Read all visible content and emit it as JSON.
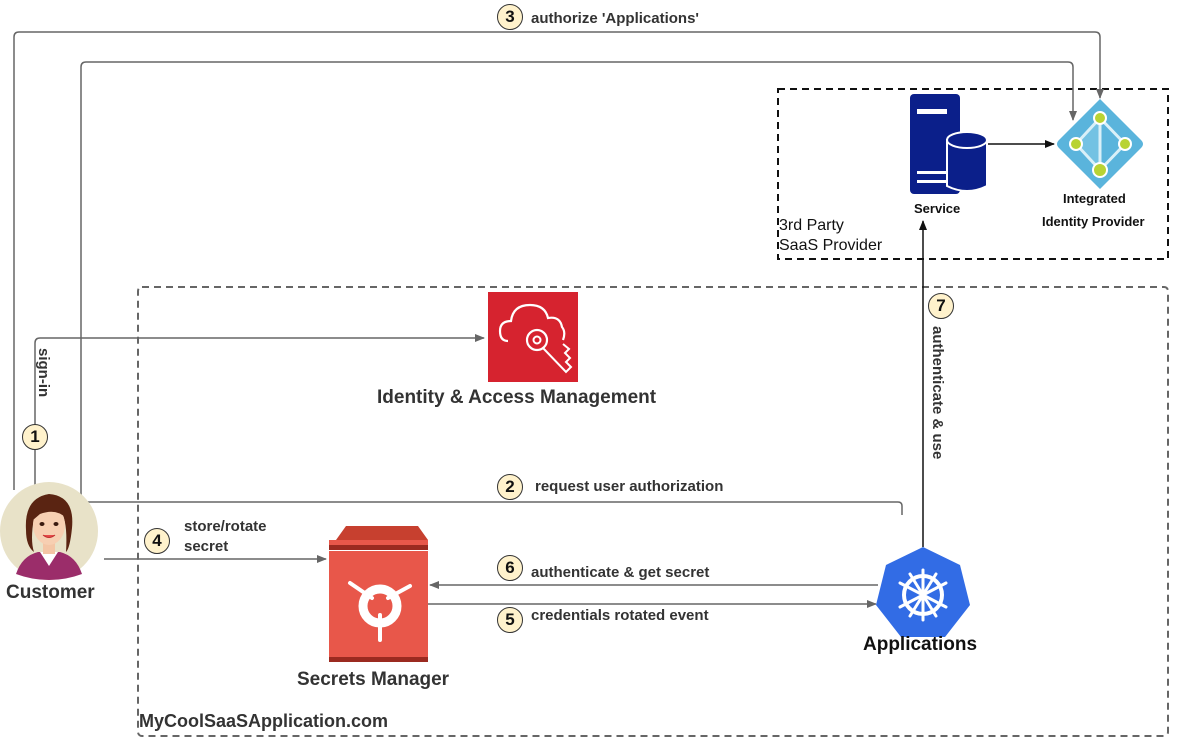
{
  "diagram": {
    "containers": {
      "saas_provider": {
        "label_line1": "3rd Party",
        "label_line2": "SaaS Provider"
      },
      "app_domain": {
        "label": "MyCoolSaaSApplication.com"
      }
    },
    "nodes": {
      "customer": {
        "label": "Customer",
        "icon": "woman-avatar-icon"
      },
      "iam": {
        "label": "Identity & Access Management",
        "icon": "cloud-key-icon",
        "color": "#d6232f"
      },
      "secrets_manager": {
        "label": "Secrets Manager",
        "icon": "vault-icon",
        "color": "#e8574a"
      },
      "applications": {
        "label": "Applications",
        "icon": "kubernetes-helm-icon",
        "color": "#326ce5"
      },
      "service": {
        "label": "Service",
        "icon": "server-database-icon",
        "color": "#0b1f8a"
      },
      "identity_provider": {
        "label_line1": "Integrated",
        "label_line2": "Identity Provider",
        "icon": "azure-ad-icon",
        "color": "#5ab4dc"
      }
    },
    "steps": [
      {
        "num": "1",
        "label": "sign-in"
      },
      {
        "num": "2",
        "label": "request user authorization"
      },
      {
        "num": "3",
        "label": "authorize 'Applications'"
      },
      {
        "num": "4",
        "label_line1": "store/rotate",
        "label_line2": "secret"
      },
      {
        "num": "5",
        "label": "credentials rotated event"
      },
      {
        "num": "6",
        "label": "authenticate & get secret"
      },
      {
        "num": "7",
        "label": "authenticate & use"
      }
    ],
    "colors": {
      "badge_fill": "#fff2cc",
      "connector": "#666666"
    }
  }
}
